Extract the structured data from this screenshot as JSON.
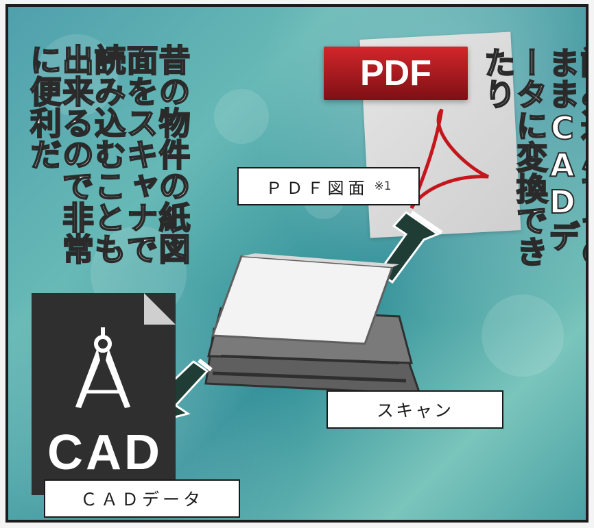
{
  "left_caption": "昔の物件の紙図面をスキャナで読み込むことも出来るので非常に便利だ",
  "right_caption": "PDF図面を読み込んでそのままCADデータに変換できたり",
  "pdf_badge": "PDF",
  "labels": {
    "pdf_drawing": "ＰＤＦ図面",
    "pdf_drawing_note": "※1",
    "scan": "スキャン",
    "cad_data": "ＣＡＤデータ"
  },
  "cad_icon_text": "CAD",
  "colors": {
    "background": "#4fa0ac",
    "pdf_red": "#c4161c",
    "cad_tile": "#2f2f2f",
    "arrow": "#1f3d34"
  },
  "icons": [
    "pdf-acrobat-icon",
    "scanner-icon",
    "cad-file-icon",
    "compass-icon",
    "arrow-icon"
  ]
}
